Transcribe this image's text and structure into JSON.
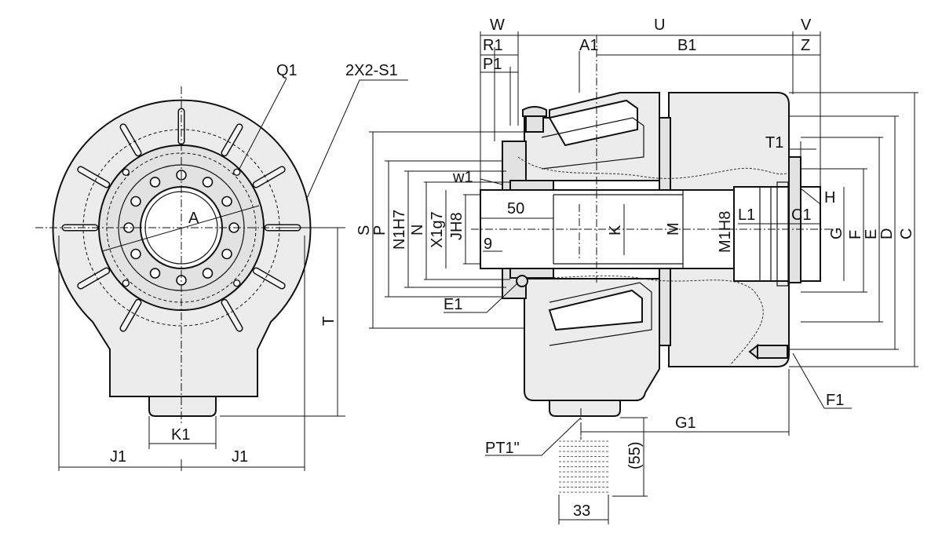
{
  "front_view": {
    "labels": {
      "q1": "Q1",
      "x2_s1": "2X2-S1",
      "a": "A",
      "t": "T",
      "k1": "K1",
      "j1_left": "J1",
      "j1_right": "J1"
    }
  },
  "side_view": {
    "top_labels": {
      "w": "W",
      "u": "U",
      "v": "V",
      "r1": "R1",
      "a1": "A1",
      "b1": "B1",
      "z": "Z",
      "p1": "P1"
    },
    "left_labels": {
      "s": "S",
      "p": "P",
      "n1h7": "N1H7",
      "n": "N",
      "x1g7": "X1g7",
      "jh8": "JH8",
      "nine": "9",
      "w1": "w1",
      "fifty": "50",
      "e1": "E1"
    },
    "center_labels": {
      "k": "K",
      "m": "M",
      "m1h8": "M1H8",
      "l1": "L1",
      "c1": "C1",
      "h": "H"
    },
    "right_labels": {
      "t1": "T1",
      "g": "G",
      "f": "F",
      "e": "E",
      "d": "D",
      "c": "C",
      "f1": "F1",
      "g1": "G1"
    },
    "bottom_labels": {
      "pt1": "PT1\"",
      "fifty_five": "(55)",
      "thirty_three": "33"
    }
  }
}
